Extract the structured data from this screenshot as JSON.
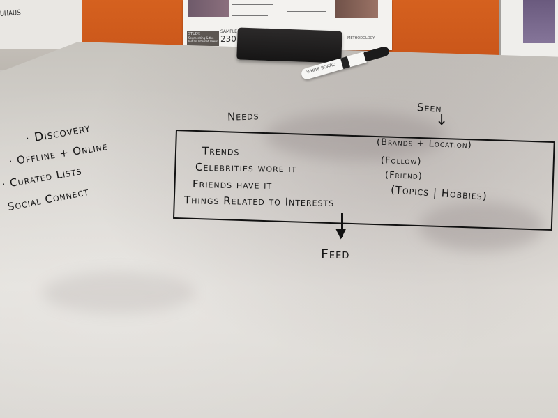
{
  "wall": {
    "left_scrawl": "UHAUS",
    "poster_study_label": "STUDY:",
    "poster_study_title": "Segmenting & the Indian Internet Users",
    "poster_sample_label": "SAMPLE SIZE",
    "poster_sample_value": "2307",
    "poster_method_label": "METHODOLOGY"
  },
  "marker_label": "WHITE BOARD",
  "board": {
    "needs_heading": "Needs",
    "seen_heading": "Seen",
    "feed_label": "Feed",
    "left_list": [
      "· Discovery",
      "· Offline + Online",
      "· Curated Lists",
      "Social Connect"
    ],
    "needs_items": [
      "Trends",
      "Celebrities wore it",
      "Friends have it",
      "Things Related to Interests"
    ],
    "seen_items": [
      "(Brands + Location)",
      "(Follow)",
      "(Friend)",
      "(Topics | Hobbies)"
    ]
  }
}
